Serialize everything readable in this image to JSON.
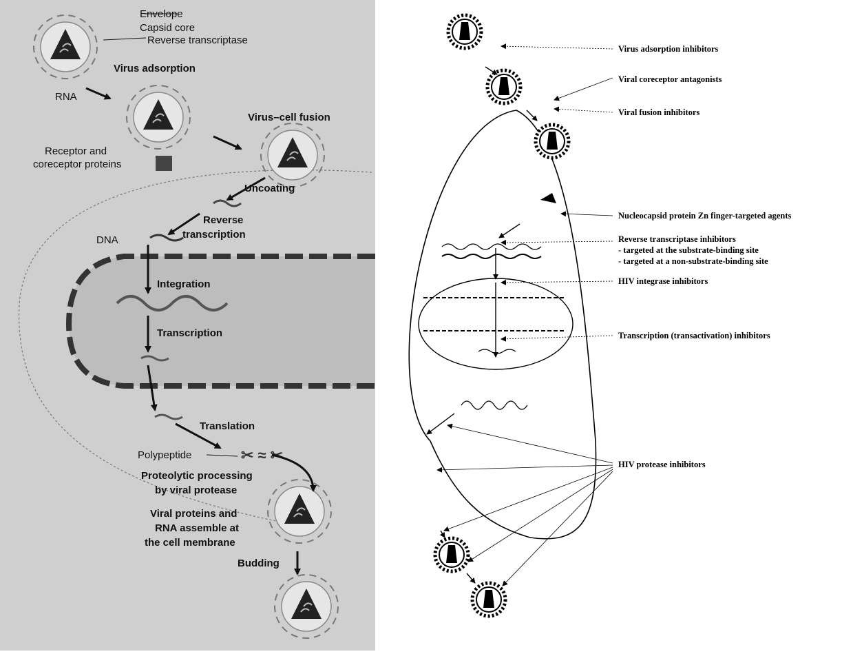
{
  "left": {
    "labels": {
      "envelope": "Envelope",
      "capsid_core": "Capsid core",
      "reverse_transcriptase": "Reverse transcriptase",
      "virus_adsorption": "Virus adsorption",
      "rna": "RNA",
      "virus_cell_fusion": "Virus–cell fusion",
      "receptor_line1": "Receptor and",
      "receptor_line2": "coreceptor proteins",
      "uncoating": "Uncoating",
      "reverse_line1": "Reverse",
      "reverse_line2": "transcription",
      "dna": "DNA",
      "integration": "Integration",
      "transcription": "Transcription",
      "translation": "Translation",
      "polypeptide": "Polypeptide",
      "proteolytic_line1": "Proteolytic processing",
      "proteolytic_line2": "by viral protease",
      "assemble_line1": "Viral proteins and",
      "assemble_line2": "RNA assemble at",
      "assemble_line3": "the cell membrane",
      "budding": "Budding"
    }
  },
  "right": {
    "labels": {
      "adsorption_inhibitors": "Virus adsorption inhibitors",
      "coreceptor_antagonists": "Viral coreceptor antagonists",
      "fusion_inhibitors": "Viral fusion inhibitors",
      "zn_finger_agents": "Nucleocapsid protein Zn finger-targeted agents",
      "rt_inhibitors": "Reverse transcriptase inhibitors",
      "rt_substrate_site": "- targeted at the substrate-binding site",
      "rt_non_substrate_site": "- targeted at a non-substrate-binding site",
      "integrase_inhibitors": "HIV integrase inhibitors",
      "transcription_inhibitors": "Transcription (transactivation) inhibitors",
      "protease_inhibitors": "HIV protease inhibitors"
    }
  }
}
